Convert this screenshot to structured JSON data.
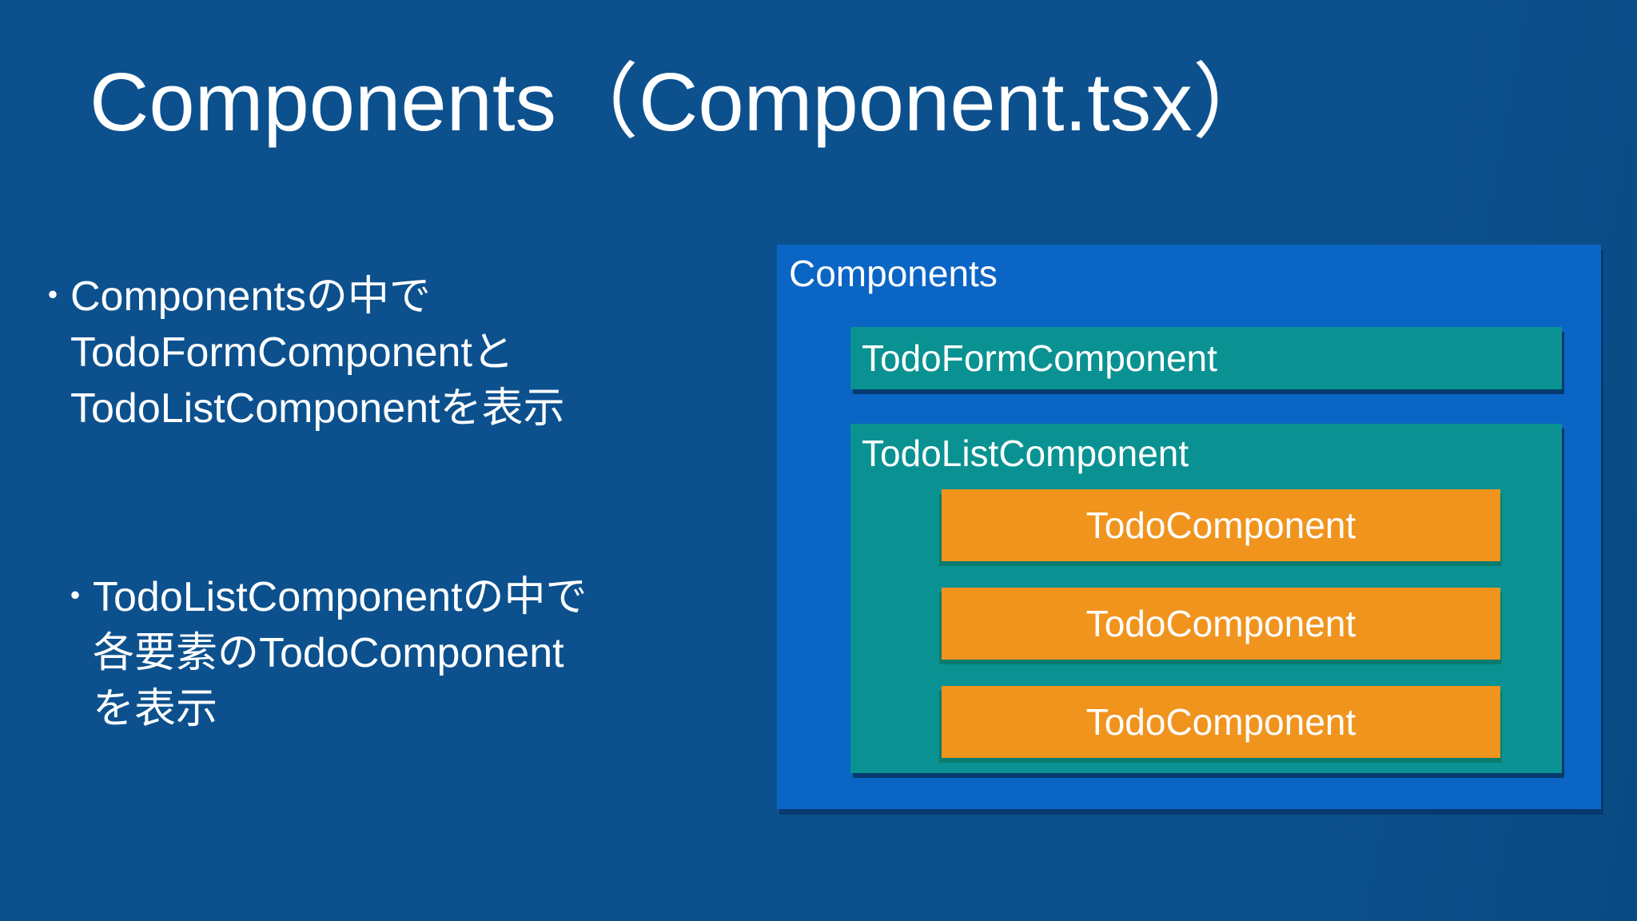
{
  "slide": {
    "title": "Components（Component.tsx）",
    "bullets": [
      {
        "marker": "・",
        "lines": [
          "Componentsの中で",
          "TodoFormComponentと",
          "TodoListComponentを表示"
        ]
      },
      {
        "marker": "・",
        "lines": [
          "TodoListComponentの中で",
          "各要素のTodoComponent",
          "を表示"
        ]
      }
    ]
  },
  "diagram": {
    "outer_label": "Components",
    "form_box_label": "TodoFormComponent",
    "list_box_label": "TodoListComponent",
    "todo_items": [
      "TodoComponent",
      "TodoComponent",
      "TodoComponent"
    ]
  },
  "colors": {
    "background": "#0C518E",
    "background-edge": "#094A83",
    "outer-box": "#0A65C5",
    "teal-box": "#0A9292",
    "orange-box": "#F0941E",
    "text": "#FFFFFF",
    "shadow": "#063A6E",
    "shadow-soft": "#0A7C6E"
  }
}
